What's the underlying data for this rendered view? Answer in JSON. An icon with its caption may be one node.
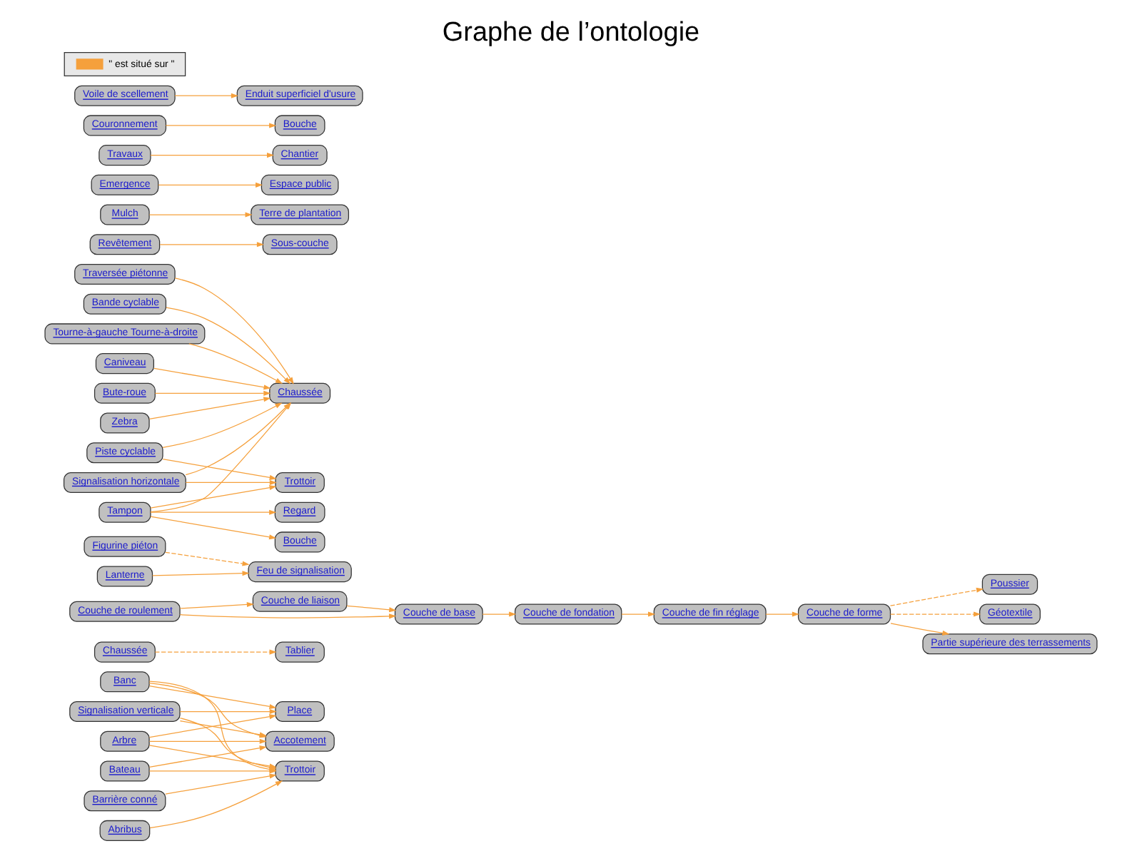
{
  "diagram": {
    "title": "Graphe de l’ontologie",
    "nodes": [
      {
        "text": [
          "Arbre"
        ]
      },
      {
        "text": [
          "Banc"
        ]
      },
      {
        "text": [
          "Signalisation verticale"
        ]
      },
      {
        "text": [
          "Accotement"
        ]
      },
      {
        "text": [
          "Trottoir"
        ]
      },
      {
        "text": [
          "Place"
        ]
      },
      {
        "text": [
          "Bateau"
        ]
      },
      {
        "text": [
          "Barrière conné"
        ]
      },
      {
        "text": [
          "Abribus"
        ]
      },
      {
        "text": [
          "Chaussée"
        ]
      },
      {
        "text": [
          "Tablier"
        ]
      },
      {
        "text": [
          "Couche de roulement"
        ]
      },
      {
        "text": [
          "Couche de liaison"
        ]
      },
      {
        "text": [
          "Figurine piéton"
        ]
      },
      {
        "text": [
          "Feu de signalisation"
        ]
      },
      {
        "text": [
          "Lanterne"
        ]
      },
      {
        "text": [
          "Couche de base"
        ]
      },
      {
        "text": [
          "Caniveau"
        ]
      },
      {
        "text": [
          "Bute-roue"
        ]
      },
      {
        "text": [
          "Signalisation horizontale"
        ]
      },
      {
        "text": [
          "Zebra"
        ]
      },
      {
        "text": [
          "Traversée piétonne"
        ]
      },
      {
        "text": [
          "Bande cyclable"
        ]
      },
      {
        "text": [
          "Tourne-à-gauche Tourne-à-droite"
        ]
      },
      {
        "text": [
          "Chaussée"
        ]
      },
      {
        "text": [
          "Trottoir"
        ]
      },
      {
        "text": [
          "Revêtement"
        ]
      },
      {
        "text": [
          "Sous-couche"
        ]
      },
      {
        "text": [
          "Couche de fondation"
        ]
      },
      {
        "text": [
          "Couche de fin réglage"
        ]
      },
      {
        "text": [
          "Poussier"
        ]
      },
      {
        "text": [
          "Géotextile"
        ]
      },
      {
        "text": [
          "Couche de forme"
        ]
      },
      {
        "text": [
          "Partie supérieure des terrassements"
        ]
      },
      {
        "text": [
          "Piste cyclable"
        ]
      },
      {
        "text": [
          "Tampon"
        ]
      },
      {
        "text": [
          "Regard"
        ]
      },
      {
        "text": [
          "Bouche"
        ]
      },
      {
        "text": [
          "Mulch"
        ]
      },
      {
        "text": [
          "Terre de plantation"
        ]
      },
      {
        "text": [
          "Emergence"
        ]
      },
      {
        "text": [
          "Espace public"
        ]
      },
      {
        "text": [
          "Travaux"
        ]
      },
      {
        "text": [
          "Chantier"
        ]
      },
      {
        "text": [
          "Couronnement"
        ]
      },
      {
        "text": [
          "Bouche"
        ]
      },
      {
        "text": [
          "Voile de scellement"
        ]
      },
      {
        "text": [
          "Enduit superficiel d'usure"
        ]
      }
    ],
    "edges": [
      {
        "from": 0,
        "to": 3,
        "arrow": "to"
      },
      {
        "from": 0,
        "to": 4,
        "arrow": "to"
      },
      {
        "from": 0,
        "to": 5,
        "arrow": "to"
      },
      {
        "from": 1,
        "to": 3,
        "arrow": "to"
      },
      {
        "from": 1,
        "to": 4,
        "arrow": "to"
      },
      {
        "from": 1,
        "to": 5,
        "arrow": "to"
      },
      {
        "from": 2,
        "to": 3,
        "arrow": "to"
      },
      {
        "from": 2,
        "to": 4,
        "arrow": "to"
      },
      {
        "from": 2,
        "to": 5,
        "arrow": "to"
      },
      {
        "from": 6,
        "to": 3,
        "arrow": "to"
      },
      {
        "from": 6,
        "to": 4,
        "arrow": "to"
      },
      {
        "from": 7,
        "to": 4,
        "arrow": "to"
      },
      {
        "from": 8,
        "to": 4,
        "arrow": "to"
      },
      {
        "from": 9,
        "to": 10,
        "arrow": "to",
        "style": "dashed"
      },
      {
        "from": 11,
        "to": 12,
        "arrow": "to"
      },
      {
        "from": 11,
        "to": 16,
        "arrow": "to"
      },
      {
        "from": 12,
        "to": 16,
        "arrow": "to"
      },
      {
        "from": 13,
        "to": 14,
        "arrow": "to",
        "style": "dashed"
      },
      {
        "from": 15,
        "to": 14,
        "arrow": "to"
      },
      {
        "from": 16,
        "to": 28,
        "arrow": "to"
      },
      {
        "from": 17,
        "to": 24,
        "arrow": "to"
      },
      {
        "from": 18,
        "to": 24,
        "arrow": "to"
      },
      {
        "from": 19,
        "to": 24,
        "arrow": "to"
      },
      {
        "from": 19,
        "to": 25,
        "arrow": "to"
      },
      {
        "from": 20,
        "to": 24,
        "arrow": "to"
      },
      {
        "from": 21,
        "to": 24,
        "arrow": "to"
      },
      {
        "from": 22,
        "to": 24,
        "arrow": "to"
      },
      {
        "from": 23,
        "to": 24,
        "arrow": "to"
      },
      {
        "from": 26,
        "to": 27,
        "arrow": "to"
      },
      {
        "from": 28,
        "to": 29,
        "arrow": "to"
      },
      {
        "from": 29,
        "to": 32,
        "arrow": "to"
      },
      {
        "from": 32,
        "to": 30,
        "arrow": "to",
        "style": "dashed"
      },
      {
        "from": 32,
        "to": 31,
        "arrow": "to",
        "style": "dashed"
      },
      {
        "from": 32,
        "to": 33,
        "arrow": "to"
      },
      {
        "from": 34,
        "to": 24,
        "arrow": "to"
      },
      {
        "from": 34,
        "to": 25,
        "arrow": "to"
      },
      {
        "from": 35,
        "to": 24,
        "arrow": "to"
      },
      {
        "from": 35,
        "to": 25,
        "arrow": "to"
      },
      {
        "from": 35,
        "to": 36,
        "arrow": "to"
      },
      {
        "from": 35,
        "to": 37,
        "arrow": "to"
      },
      {
        "from": 38,
        "to": 39,
        "arrow": "to"
      },
      {
        "from": 40,
        "to": 41,
        "arrow": "to"
      },
      {
        "from": 42,
        "to": 43,
        "arrow": "to"
      },
      {
        "from": 44,
        "to": 45,
        "arrow": "to"
      },
      {
        "from": 46,
        "to": 47,
        "arrow": "to"
      }
    ],
    "legend": [
      {
        "text": "\" est situé sur \""
      }
    ]
  }
}
